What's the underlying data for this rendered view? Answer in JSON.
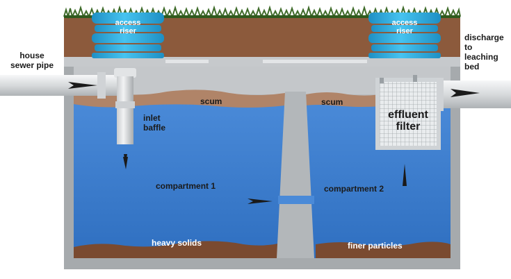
{
  "labels": {
    "access_riser_left": [
      "access",
      "riser"
    ],
    "access_riser_right": [
      "access",
      "riser"
    ],
    "house_sewer_pipe": [
      "house",
      "sewer pipe"
    ],
    "discharge": [
      "discharge",
      "to",
      "leaching",
      "bed"
    ],
    "scum_left": "scum",
    "scum_right": "scum",
    "inlet_baffle": [
      "inlet",
      "baffle"
    ],
    "effluent_filter": [
      "effluent",
      "filter"
    ],
    "compartment_1": "compartment 1",
    "compartment_2": "compartment 2",
    "heavy_solids": "heavy solids",
    "finer_particles": "finer particles"
  },
  "colors": {
    "soil": "#8c5a3c",
    "grass": "#3f6b2a",
    "concrete": "#b8bcbf",
    "concrete_dark": "#8e9397",
    "water": "#3f7fd0",
    "water_light": "#5f9de2",
    "scum": "#b08468",
    "sludge": "#7a4a30",
    "riser": "#34b4e6",
    "pipe": "#e4e6e8",
    "arrow": "#1a1a1a",
    "label_on_water": "#ffffff",
    "label_on_white": "#1a1a1a"
  }
}
